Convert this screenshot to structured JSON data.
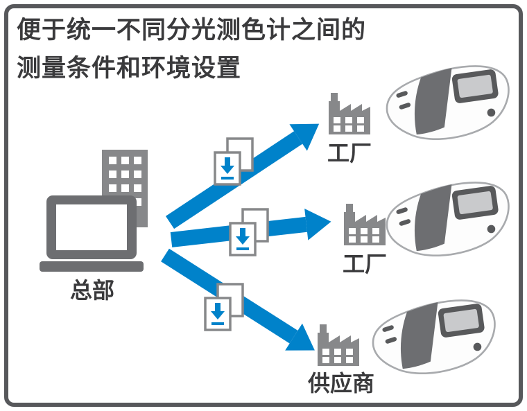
{
  "title": {
    "line1": "便于统一不同分光测色计之间的",
    "line2": "测量条件和环境设置"
  },
  "source": {
    "label": "总部",
    "icons": [
      "office-building-icon",
      "laptop-icon"
    ]
  },
  "destinations": [
    {
      "label": "工厂",
      "icons": [
        "factory-icon",
        "spectrophotometer-icon"
      ]
    },
    {
      "label": "工厂",
      "icons": [
        "factory-icon",
        "spectrophotometer-icon"
      ]
    },
    {
      "label": "供应商",
      "icons": [
        "factory-icon",
        "spectrophotometer-icon"
      ]
    }
  ],
  "transfers": [
    {
      "icon": "document-download-icon",
      "arrow": "blue-arrow-up-right"
    },
    {
      "icon": "document-download-icon",
      "arrow": "blue-arrow-right"
    },
    {
      "icon": "document-download-icon",
      "arrow": "blue-arrow-down-right"
    }
  ],
  "colors": {
    "arrow_blue": "#0082CA",
    "icon_gray": "#87888A",
    "dark_gray": "#58595B",
    "laptop_gray": "#6D6E71",
    "text": "#3A3A3C",
    "border": "#57585B",
    "background": "#FFFFFF"
  }
}
